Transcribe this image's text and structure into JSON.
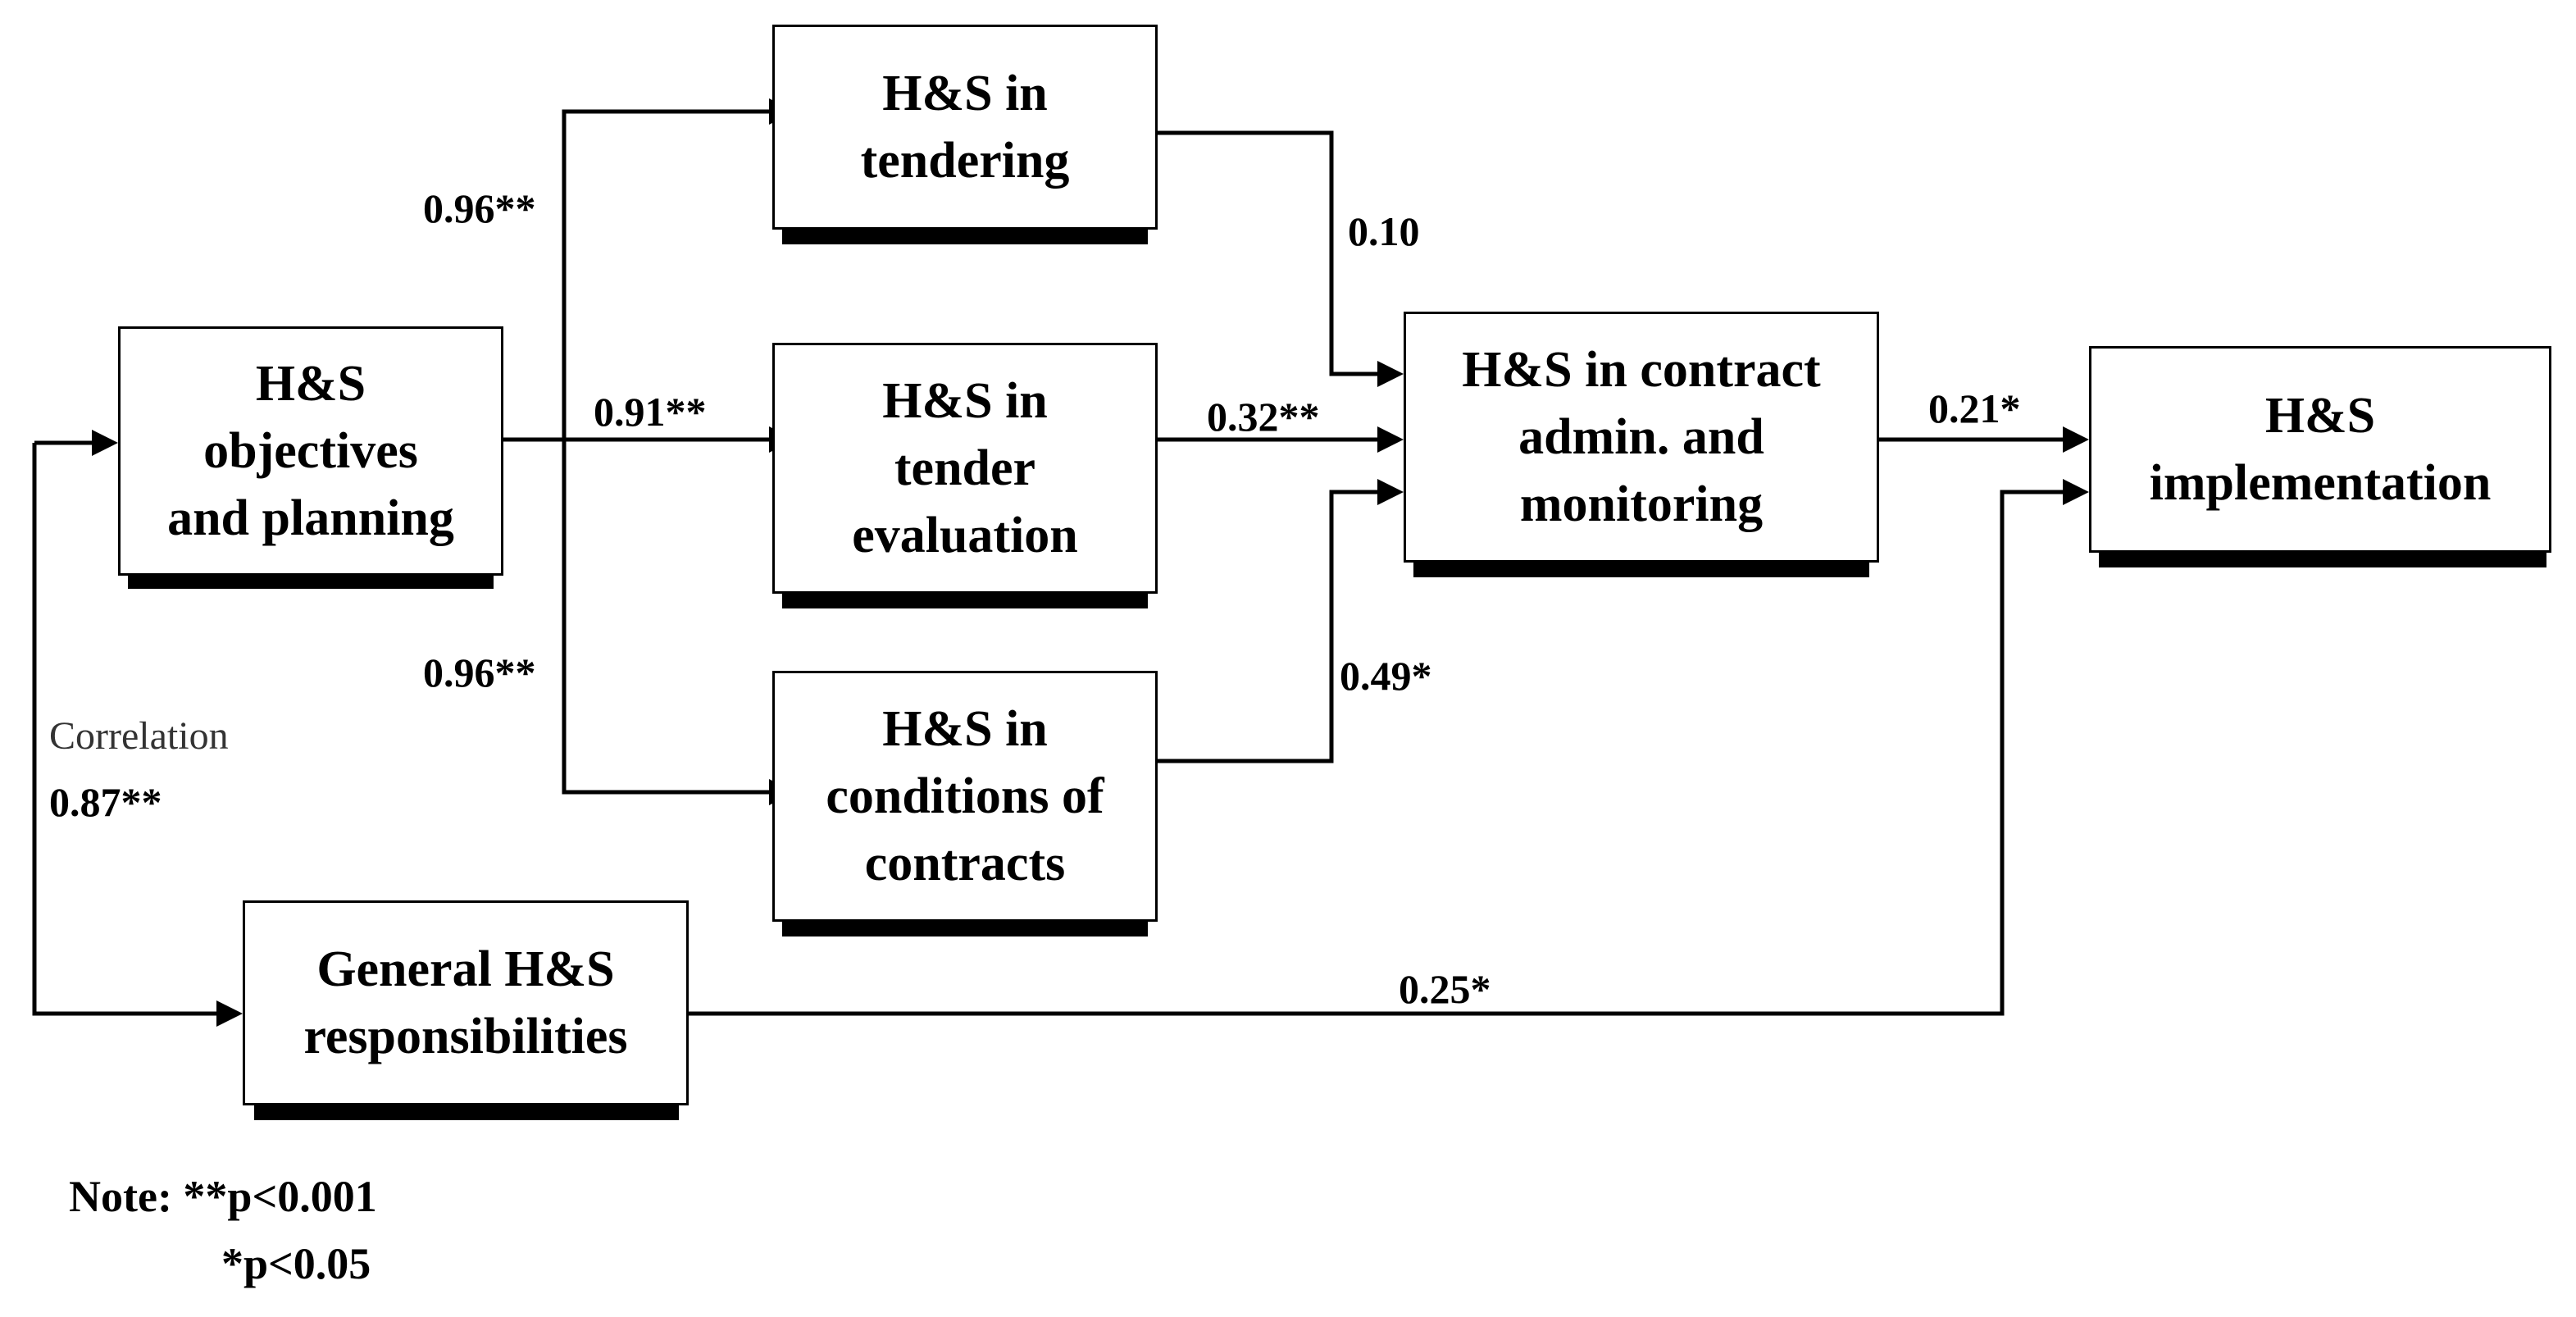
{
  "nodes": {
    "objectives": "H&S\nobjectives\nand planning",
    "tendering": "H&S in\ntendering",
    "tender_eval": "H&S in\ntender\nevaluation",
    "conditions": "H&S in\nconditions of\ncontracts",
    "contract_admin": "H&S in contract\nadmin. and\nmonitoring",
    "implementation": "H&S\nimplementation",
    "general": "General H&S\nresponsibilities"
  },
  "paths": {
    "obj_to_tendering": "0.96**",
    "obj_to_tender_eval": "0.91**",
    "obj_to_conditions": "0.96**",
    "tendering_to_admin": "0.10",
    "tender_eval_to_admin": "0.32**",
    "conditions_to_admin": "0.49*",
    "admin_to_implementation": "0.21*",
    "general_to_implementation": "0.25*"
  },
  "correlation": {
    "word": "Correlation",
    "value": "0.87**"
  },
  "note": {
    "line1": "Note: **p<0.001",
    "line2": "*p<0.05"
  }
}
